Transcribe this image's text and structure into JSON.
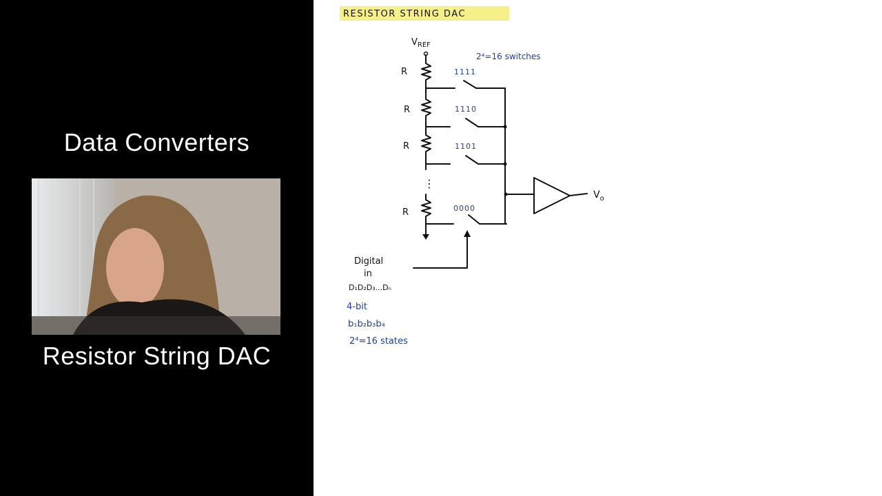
{
  "slide": {
    "course_title": "Data Converters",
    "lecture_title": "Resistor String DAC"
  },
  "diagram": {
    "title": "RESISTOR STRING DAC",
    "vref_label_main": "V",
    "vref_label_sub": "REF",
    "switch_note": "2⁴=16 switches",
    "resistor_label": "R",
    "codes": [
      "1111",
      "1110",
      "1101",
      "0000"
    ],
    "ellipsis": "⋮",
    "output_label_main": "V",
    "output_label_sub": "o",
    "digital_in_line1": "Digital",
    "digital_in_line2": "in",
    "digital_bits": "D₁D₂D₃...Dₙ",
    "notes": [
      "4-bit",
      "b₁b₂b₃b₄",
      "2⁴=16 states"
    ],
    "colors": {
      "highlight": "#f6f08a",
      "ink": "#111111",
      "blue_ink": "#1f3f9c"
    }
  }
}
